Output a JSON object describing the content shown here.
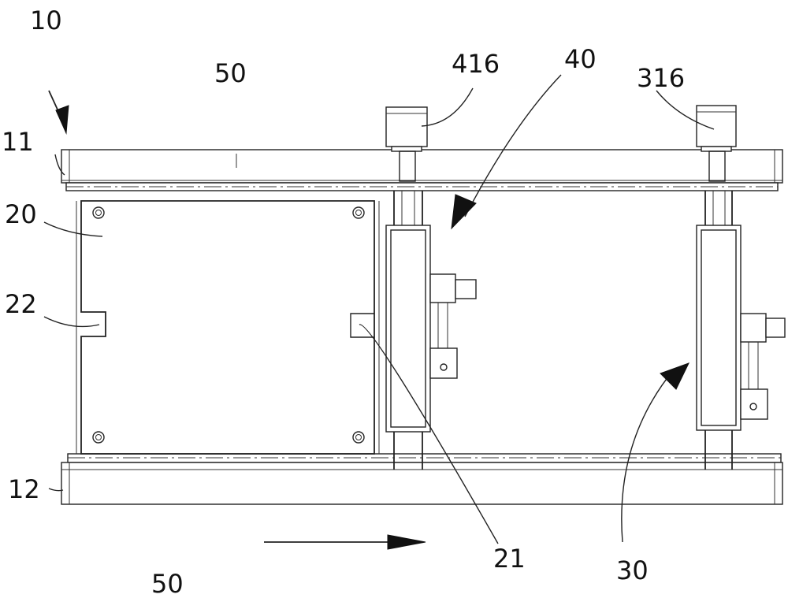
{
  "labels": {
    "l10": "10",
    "l11": "11",
    "l12": "12",
    "l20": "20",
    "l21": "21",
    "l22": "22",
    "l30": "30",
    "l40": "40",
    "l50_top": "50",
    "l50_bottom": "50",
    "l316": "316",
    "l416": "416"
  }
}
